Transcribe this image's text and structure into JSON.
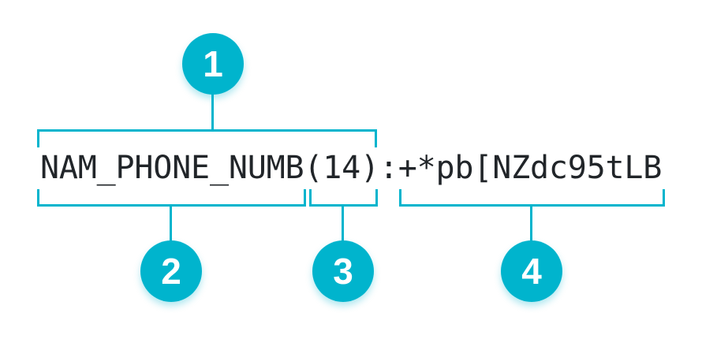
{
  "colors": {
    "accent": "#00B4CD",
    "text": "#212529",
    "badge_number": "#FFFFFF",
    "background": "#FFFFFF"
  },
  "annotated_string": {
    "full": "NAM_PHONE_NUMB(14):+*pb[NZdc95tLB",
    "parts": {
      "field_name": "NAM_PHONE_NUMB",
      "length": "(14)",
      "separator": ":",
      "value": "+*pb[NZdc95tLB"
    }
  },
  "callouts": [
    {
      "number": "1",
      "covers": "NAM_PHONE_NUMB(14)",
      "bracket_side": "above"
    },
    {
      "number": "2",
      "covers": "NAM_PHONE_NUMB",
      "bracket_side": "below"
    },
    {
      "number": "3",
      "covers": "(14)",
      "bracket_side": "below"
    },
    {
      "number": "4",
      "covers": "+*pb[NZdc95tLB",
      "bracket_side": "below"
    }
  ]
}
